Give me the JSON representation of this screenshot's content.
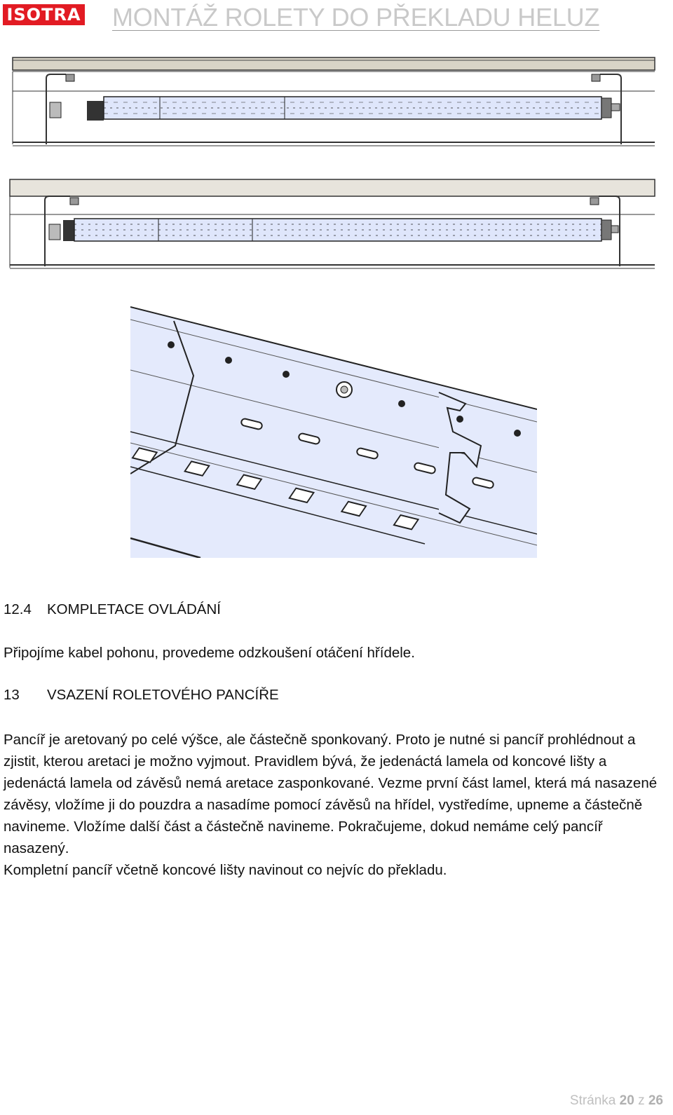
{
  "header": {
    "logo_text": "ISOTRA",
    "title": "MONTÁŽ ROLETY DO PŘEKLADU HELUZ"
  },
  "section_12_4": {
    "number": "12.4",
    "title": "KOMPLETACE OVLÁDÁNÍ",
    "text": "Připojíme kabel pohonu, provedeme odzkoušení otáčení hřídele."
  },
  "section_13": {
    "number": "13",
    "title": "VSAZENÍ ROLETOVÉHO PANCÍŘE",
    "paragraph": "Pancíř je aretovaný po celé výšce, ale částečně sponkovaný. Proto je nutné si pancíř prohlédnout a zjistit, kterou aretaci je možno vyjmout. Pravidlem bývá, že jedenáctá lamela od koncové lišty a jedenáctá lamela od závěsů nemá aretace zasponkované. Vezme první část lamel, která má nasazené závěsy, vložíme ji do pouzdra a nasadíme pomocí závěsů na hřídel, vystředíme, upneme a částečně navineme. Vložíme další část a částečně navineme. Pokračujeme, dokud nemáme celý pancíř nasazený.",
    "paragraph2": "Kompletní pancíř včetně koncové lišty navinout co nejvíc do překladu."
  },
  "footer": {
    "prefix": "Stránka",
    "current": "20",
    "sep": "z",
    "total": "26"
  },
  "colors": {
    "brand_red": "#e21b23",
    "shaft_fill": "#dfe6fb",
    "lamella_fill": "#e4eafc"
  }
}
